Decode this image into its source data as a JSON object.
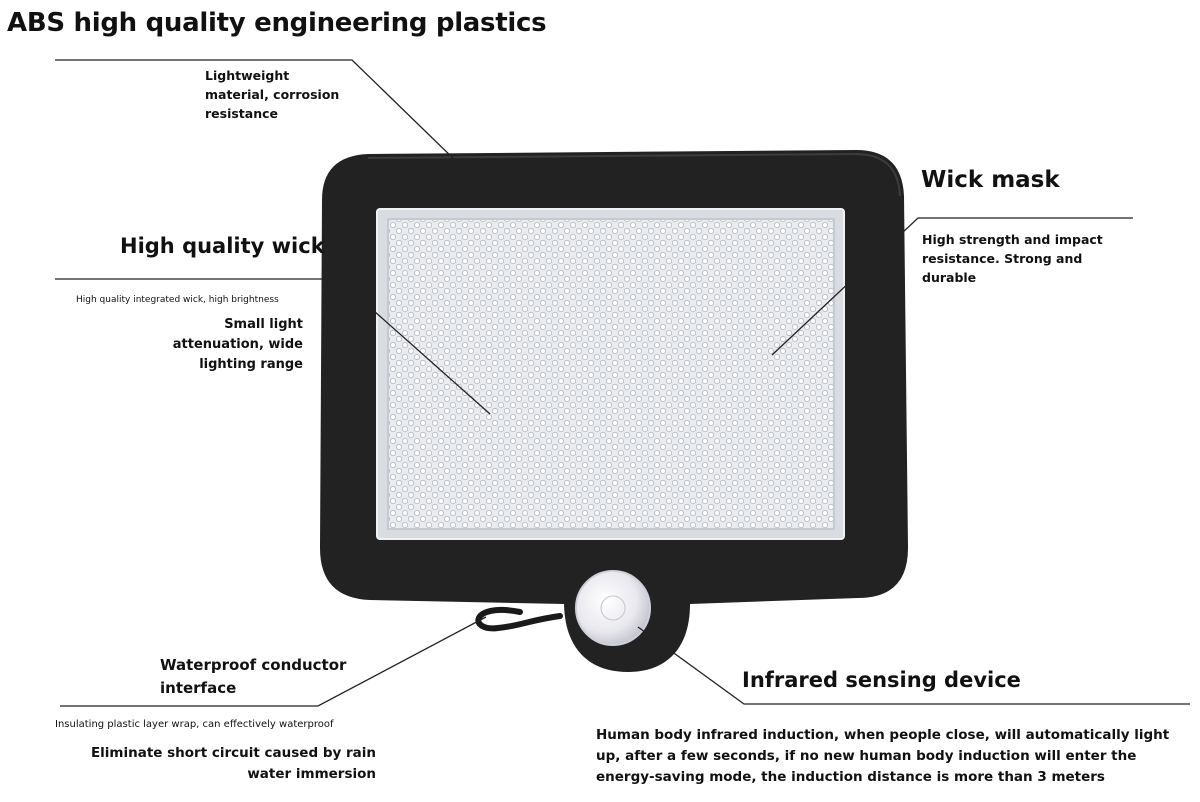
{
  "abs": {
    "title": "ABS high quality engineering plastics",
    "desc": "Lightweight\nmaterial, corrosion\nresistance"
  },
  "wick": {
    "title": "High quality wick",
    "small": "High quality integrated wick, high brightness",
    "desc": "Small light\nattenuation, wide\nlighting range"
  },
  "mask": {
    "title": "Wick mask",
    "desc": "High strength and impact\nresistance. Strong and\ndurable"
  },
  "waterproof": {
    "title": "Waterproof conductor\ninterface",
    "small": "Insulating plastic layer wrap, can effectively waterproof",
    "desc": "Eliminate short circuit caused by rain\nwater immersion"
  },
  "infrared": {
    "title": "Infrared sensing device",
    "desc": "Human body infrared induction, when people close, will automatically light\nup, after a few seconds, if no new human body induction will enter the\nenergy-saving mode, the induction distance is more than 3 meters"
  }
}
